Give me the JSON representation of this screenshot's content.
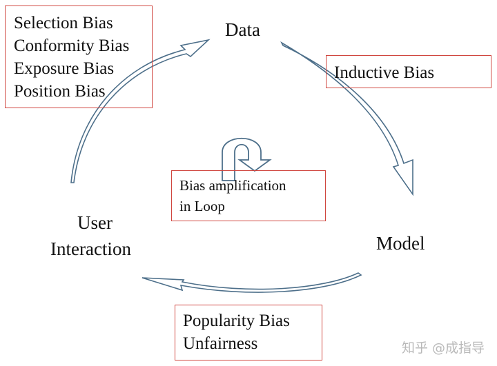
{
  "nodes": {
    "data": "Data",
    "model": "Model",
    "user_line1": "User",
    "user_line2": "Interaction"
  },
  "boxes": {
    "top_left": [
      "Selection Bias",
      "Conformity Bias",
      "Exposure Bias",
      "Position Bias"
    ],
    "right": [
      "Inductive Bias"
    ],
    "center": [
      "Bias amplification",
      "in Loop"
    ],
    "bottom": [
      "Popularity Bias",
      "Unfairness"
    ]
  },
  "watermark": "知乎 @成指导",
  "colors": {
    "arrow": "#4d6f8a",
    "box_border": "#d0463f"
  }
}
